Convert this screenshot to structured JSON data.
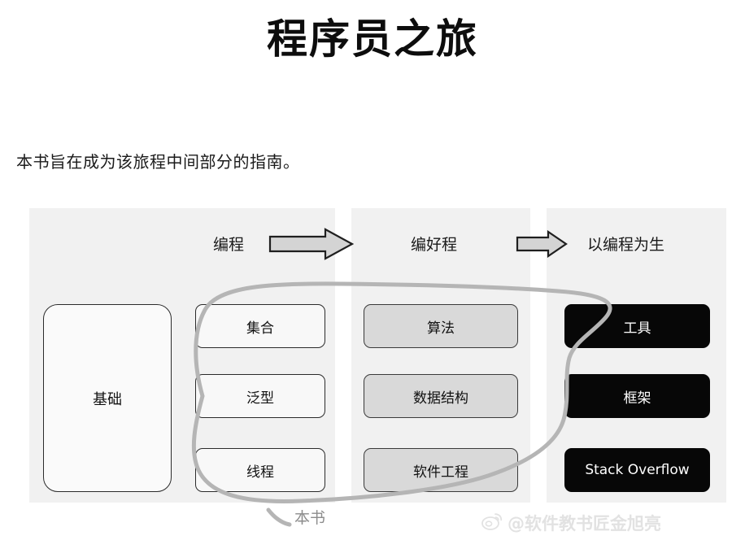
{
  "slide": {
    "title": "程序员之旅",
    "subtitle": "本书旨在成为该旅程中间部分的指南。"
  },
  "diagram": {
    "columns": [
      {
        "header": "编程",
        "arrow_after": "right-arrow",
        "nodes": [
          {
            "label": "基础",
            "style": "big-light"
          },
          {
            "label": "集合",
            "style": "light"
          },
          {
            "label": "泛型",
            "style": "light"
          },
          {
            "label": "线程",
            "style": "light"
          }
        ]
      },
      {
        "header": "编好程",
        "arrow_after": "right-arrow",
        "nodes": [
          {
            "label": "算法",
            "style": "mid-gray"
          },
          {
            "label": "数据结构",
            "style": "mid-gray"
          },
          {
            "label": "软件工程",
            "style": "mid-gray"
          }
        ]
      },
      {
        "header": "以编程为生",
        "arrow_after": "",
        "nodes": [
          {
            "label": "工具",
            "style": "dark"
          },
          {
            "label": "框架",
            "style": "dark"
          },
          {
            "label": "Stack Overflow",
            "style": "dark"
          }
        ]
      }
    ],
    "annotation": {
      "label": "本书",
      "shape": "hand-drawn-loop"
    }
  },
  "watermark": {
    "icon": "weibo-icon",
    "text": "@软件教书匠金旭亮"
  },
  "colors": {
    "panel_bg": "#f1f1f1",
    "light_node_bg": "#f8f8f8",
    "mid_node_bg": "#d9d9d9",
    "dark_node_bg": "#070707",
    "loop_stroke": "#b5b5b5",
    "watermark": "#e2e2e2",
    "page_bg": "#ffffff"
  }
}
